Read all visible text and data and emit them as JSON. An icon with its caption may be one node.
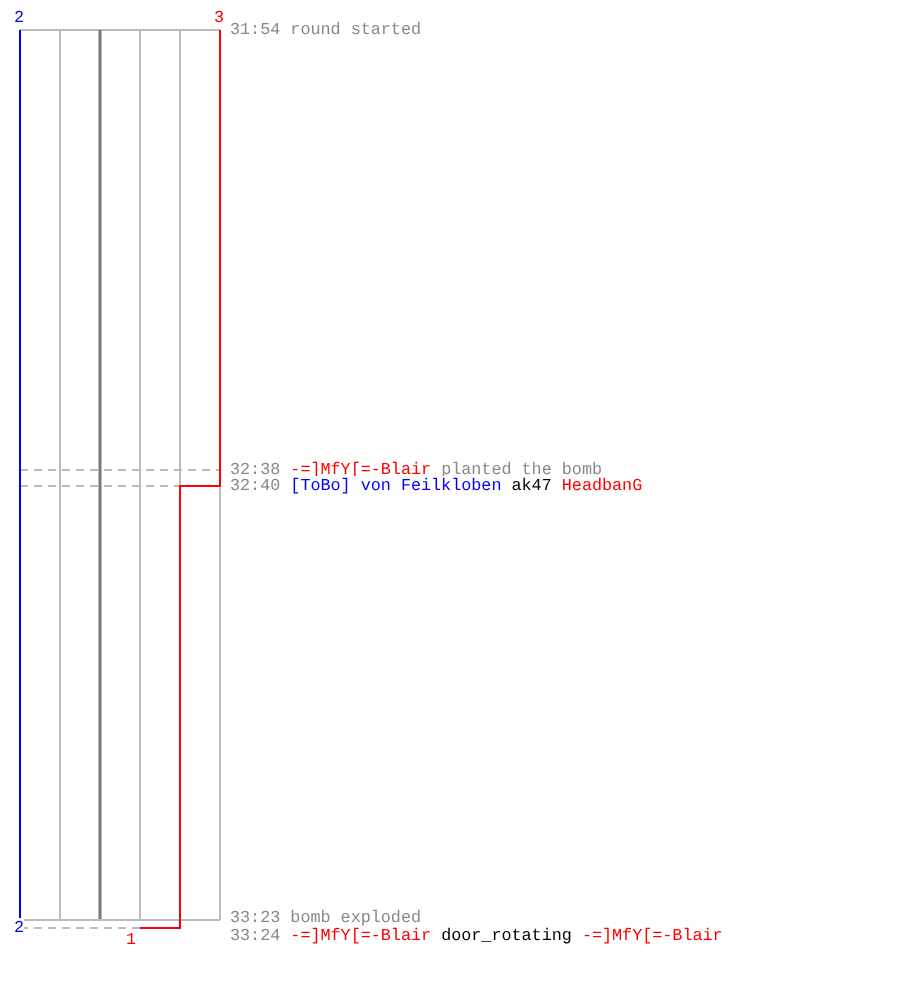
{
  "diagram": {
    "labels": [
      "2",
      "3",
      "31:54",
      "round started",
      "32:38",
      "-=]MfY[=-Blair",
      "planted the bomb",
      "32:40",
      "[ToBo] von Feilkloben",
      "ak47",
      "HeadbanG",
      "33:23",
      "bomb exploded",
      "2",
      "1",
      "33:24",
      "-=]MfY[=-Blair",
      "door_rotating",
      "-=]MfY[=-Blair"
    ]
  }
}
